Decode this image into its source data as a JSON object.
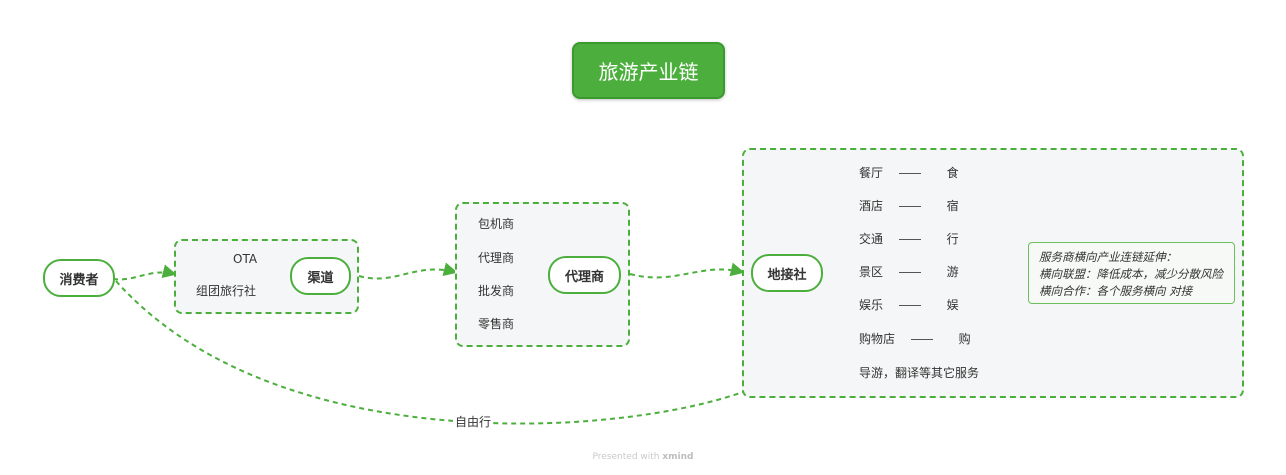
{
  "title": "旅游产业链",
  "nodes": {
    "consumer": "消费者",
    "channel": "渠道",
    "agent": "代理商",
    "local_agency": "地接社"
  },
  "channel_items": [
    "OTA",
    "组团旅行社"
  ],
  "agent_items": [
    "包机商",
    "代理商",
    "批发商",
    "零售商"
  ],
  "services": [
    {
      "name": "餐厅",
      "short": "食"
    },
    {
      "name": "酒店",
      "short": "宿"
    },
    {
      "name": "交通",
      "short": "行"
    },
    {
      "name": "景区",
      "short": "游"
    },
    {
      "name": "娱乐",
      "short": "娱"
    },
    {
      "name": "购物店",
      "short": "购"
    },
    {
      "name": "导游，翻译等其它服务",
      "short": ""
    }
  ],
  "note_lines": [
    "服务商横向产业连链延伸：",
    "横向联盟：降低成本，减少分散风险",
    "横向合作：各个服务横向 对接"
  ],
  "self_travel_label": "自由行",
  "footer": {
    "prefix": "Presented with ",
    "brand": "xmind"
  },
  "colors": {
    "accent": "#4caf3d",
    "connector": "#9aa0a6",
    "group_fill": "#f5f6f7"
  }
}
